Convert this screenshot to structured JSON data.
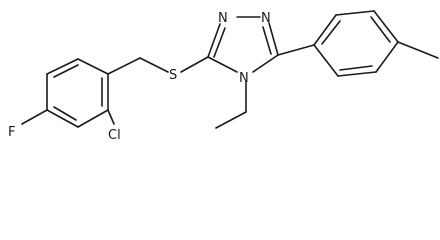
{
  "molecule": {
    "atom_labels": {
      "n1": "N",
      "n2": "N",
      "n4": "N",
      "s": "S",
      "cl": "Cl",
      "f": "F"
    }
  }
}
